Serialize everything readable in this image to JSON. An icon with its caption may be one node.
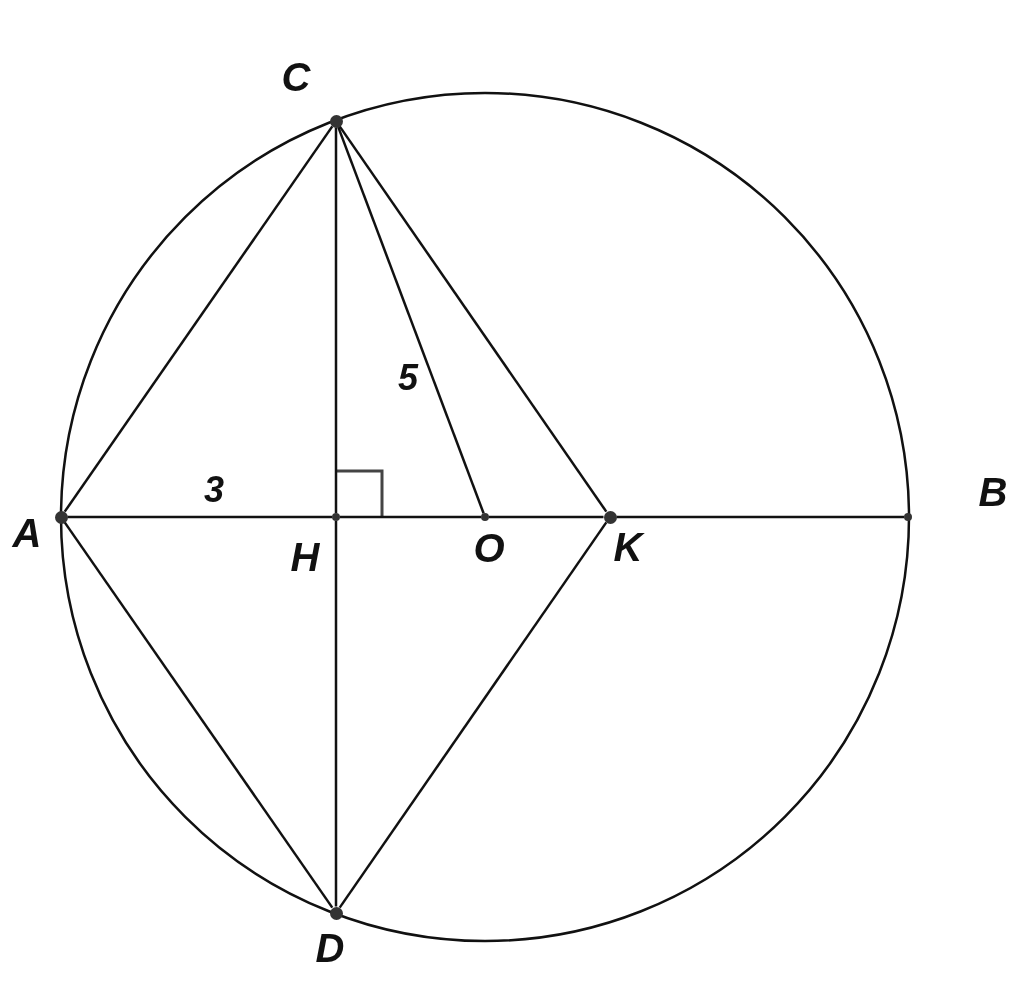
{
  "diagram": {
    "nodes": [
      {
        "text": [
          "C"
        ]
      },
      {
        "text": [
          "A"
        ]
      },
      {
        "text": [
          "H"
        ]
      },
      {
        "text": [
          "O"
        ]
      },
      {
        "text": [
          "K"
        ]
      },
      {
        "text": [
          "B"
        ]
      },
      {
        "text": [
          "D"
        ]
      }
    ],
    "edges": [
      {
        "from": 1,
        "to": 2,
        "arrow": "none",
        "label": "3"
      },
      {
        "from": 2,
        "to": 3,
        "arrow": "none"
      },
      {
        "from": 3,
        "to": 4,
        "arrow": "none"
      },
      {
        "from": 4,
        "to": 5,
        "arrow": "none"
      },
      {
        "from": 0,
        "to": 2,
        "arrow": "none"
      },
      {
        "from": 2,
        "to": 6,
        "arrow": "none"
      },
      {
        "from": 0,
        "to": 1,
        "arrow": "none"
      },
      {
        "from": 0,
        "to": 3,
        "arrow": "none",
        "label": "5"
      },
      {
        "from": 0,
        "to": 4,
        "arrow": "none"
      },
      {
        "from": 1,
        "to": 6,
        "arrow": "none"
      },
      {
        "from": 6,
        "to": 4,
        "arrow": "none"
      }
    ]
  }
}
